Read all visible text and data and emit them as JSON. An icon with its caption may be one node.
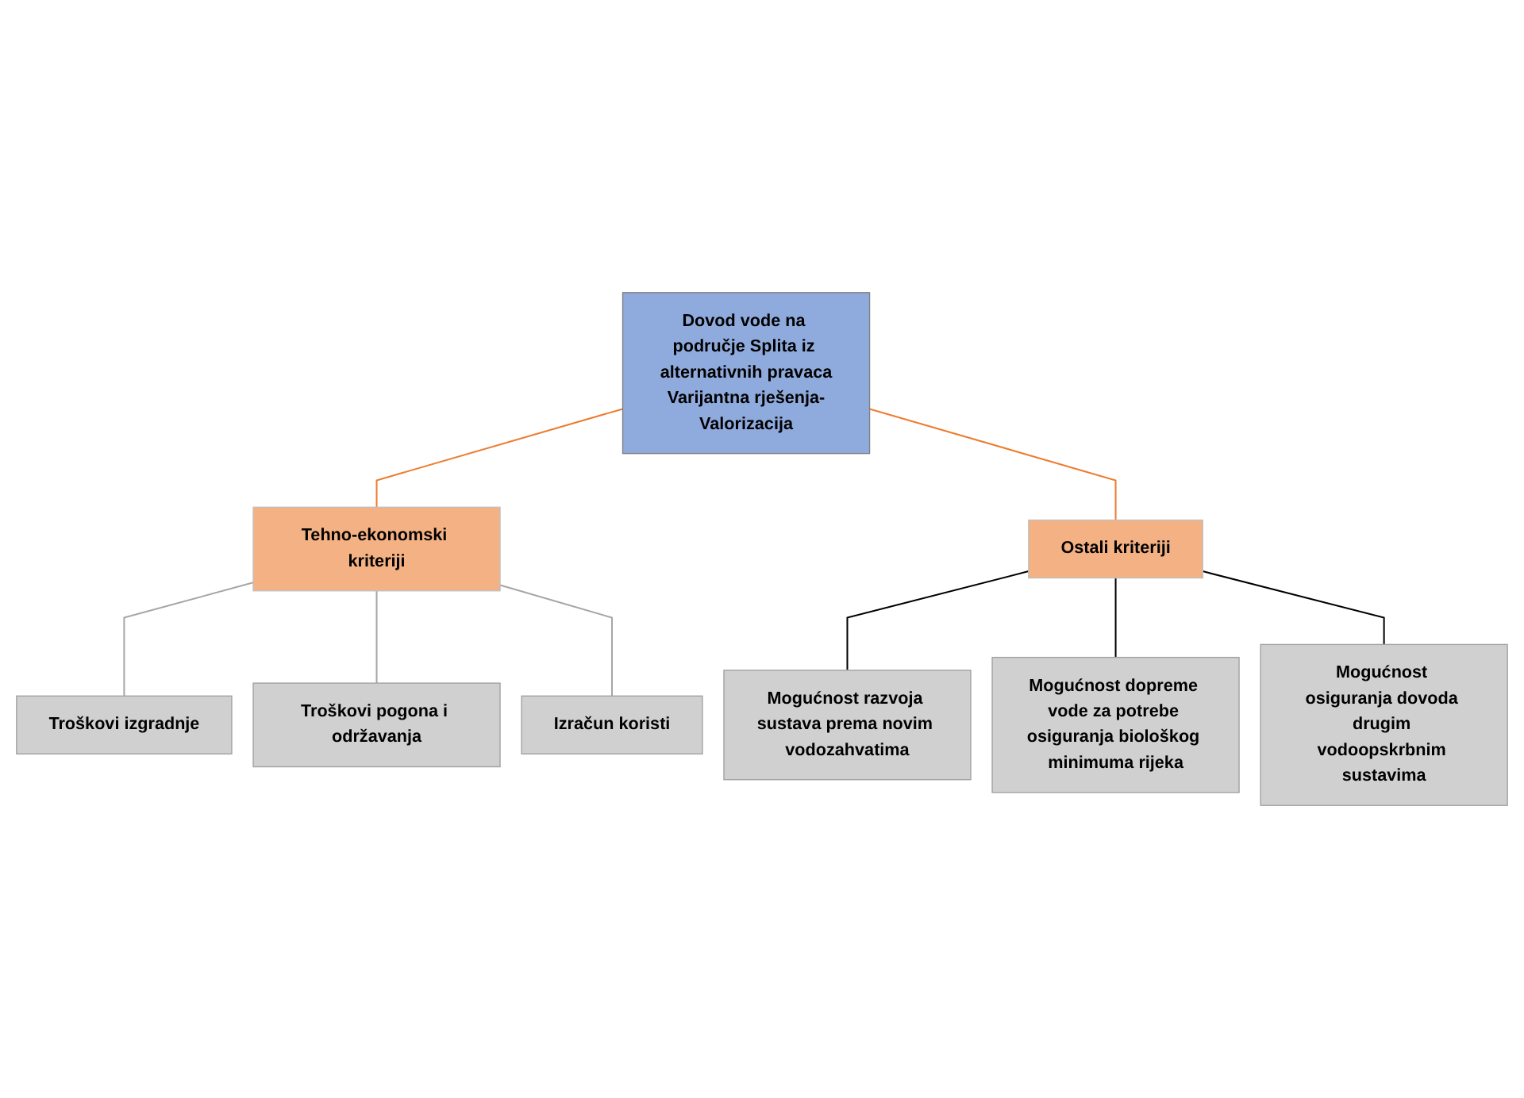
{
  "diagram": {
    "nodes": [
      {
        "text": [
          "Dovod vode na područje Splita iz alternativnih pravaca",
          "Varijantna rješenja-Valorizacija"
        ]
      },
      {
        "text": [
          "Tehno-ekonomski kriteriji"
        ]
      },
      {
        "text": [
          "Ostali kriteriji"
        ]
      },
      {
        "text": [
          "Troškovi izgradnje"
        ]
      },
      {
        "text": [
          "Troškovi pogona i održavanja"
        ]
      },
      {
        "text": [
          "Izračun koristi"
        ]
      },
      {
        "text": [
          "Mogućnost razvoja sustava prema novim vodozahvatima"
        ]
      },
      {
        "text": [
          "Mogućnost dopreme vode za potrebe osiguranja biološkog minimuma rijeka"
        ]
      },
      {
        "text": [
          "Mogućnost osiguranja dovoda drugim vodoopskrbnim sustavima"
        ]
      }
    ],
    "edges": [
      {
        "from": 0,
        "to": 1,
        "arrow": "none",
        "color": "#ed7d31"
      },
      {
        "from": 0,
        "to": 2,
        "arrow": "none",
        "color": "#ed7d31"
      },
      {
        "from": 1,
        "to": 3,
        "arrow": "none",
        "color": "#a6a6a6"
      },
      {
        "from": 1,
        "to": 4,
        "arrow": "none",
        "color": "#a6a6a6"
      },
      {
        "from": 1,
        "to": 5,
        "arrow": "none",
        "color": "#a6a6a6"
      },
      {
        "from": 2,
        "to": 6,
        "arrow": "none",
        "color": "#000000"
      },
      {
        "from": 2,
        "to": 7,
        "arrow": "none",
        "color": "#000000"
      },
      {
        "from": 2,
        "to": 8,
        "arrow": "none",
        "color": "#000000"
      }
    ]
  }
}
